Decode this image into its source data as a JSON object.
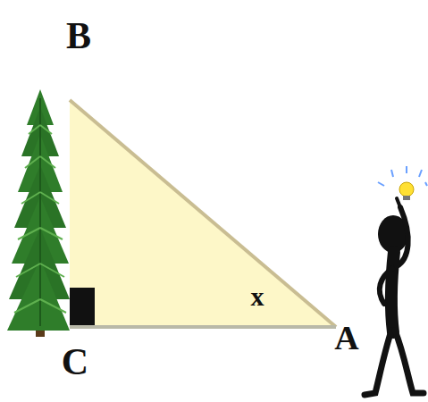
{
  "diagram": {
    "labels": [
      "B",
      "C",
      "A",
      "x"
    ]
  }
}
